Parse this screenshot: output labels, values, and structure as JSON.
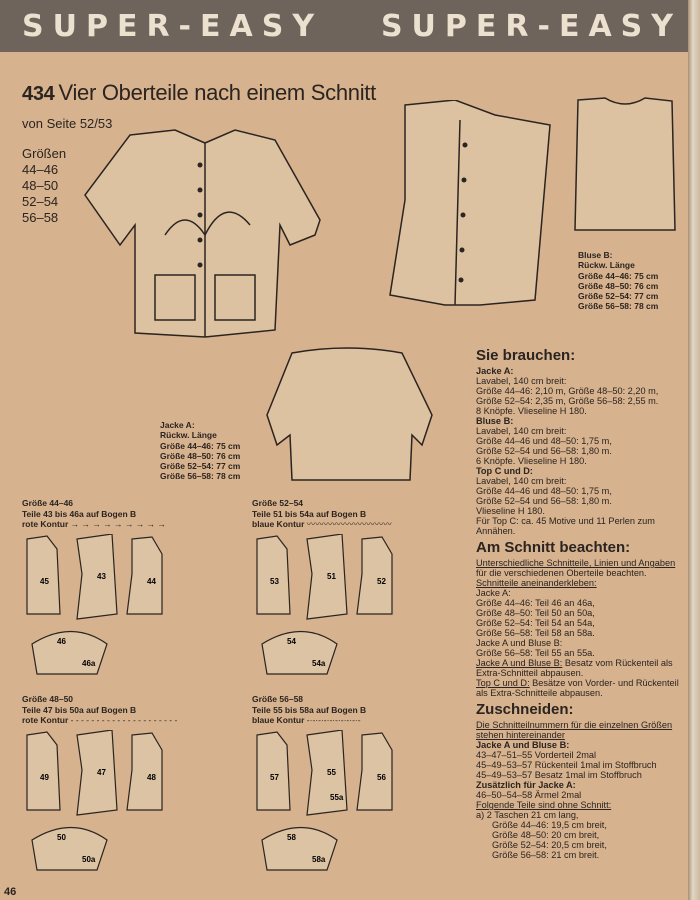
{
  "header": {
    "left": "SUPER-EASY",
    "right": "SUPER-EASY"
  },
  "title": {
    "number": "434",
    "text": "Vier Oberteile nach einem Schnitt",
    "subtitle": "von Seite 52/53"
  },
  "sizes": {
    "label": "Größen",
    "items": [
      "44–46",
      "48–50",
      "52–54",
      "56–58"
    ]
  },
  "bluse_b": {
    "lines": [
      "Bluse B:",
      "Rückw. Länge",
      "Größe 44–46: 75 cm",
      "Größe 48–50: 76 cm",
      "Größe 52–54: 77 cm",
      "Größe 56–58: 78 cm"
    ]
  },
  "jacke_a": {
    "lines": [
      "Jacke A:",
      "Rückw. Länge",
      "Größe 44–46: 75 cm",
      "Größe 48–50: 76 cm",
      "Größe 52–54: 77 cm",
      "Größe 56–58: 78 cm"
    ]
  },
  "patterns": [
    {
      "size": "Größe 44–46",
      "parts": "Teile 43 bis 46a auf Bogen B",
      "contour": "rote Kontur",
      "line": "→ → → → → → → → →",
      "pieces": [
        "45",
        "43",
        "44",
        "46",
        "46a"
      ]
    },
    {
      "size": "Größe 52–54",
      "parts": "Teile 51 bis 54a auf Bogen B",
      "contour": "blaue Kontur",
      "line": "〰〰〰〰〰〰〰〰〰〰",
      "pieces": [
        "53",
        "51",
        "52",
        "54",
        "54a"
      ]
    },
    {
      "size": "Größe 48–50",
      "parts": "Teile 47 bis 50a auf Bogen B",
      "contour": "rote Kontur",
      "line": "- - - - - - - - - - - - - - - - - - - - -",
      "pieces": [
        "49",
        "47",
        "48",
        "50",
        "50a"
      ]
    },
    {
      "size": "Größe 56–58",
      "parts": "Teile 55 bis 58a auf Bogen B",
      "contour": "blaue Kontur",
      "line": "-·-·-·-·-·-·-·-·-·-",
      "pieces": [
        "57",
        "55",
        "56",
        "58",
        "58a",
        "55a"
      ]
    }
  ],
  "brauchen": {
    "title": "Sie brauchen:",
    "groups": [
      {
        "head": "Jacke A:",
        "lines": [
          "Lavabel, 140 cm breit:",
          "Größe 44–46: 2,10 m, Größe 48–50: 2,20 m,",
          "Größe 52–54: 2,35 m, Größe 56–58: 2,55 m.",
          "8 Knöpfe. Vlieseline H 180."
        ]
      },
      {
        "head": "Bluse B:",
        "lines": [
          "Lavabel, 140 cm breit:",
          "Größe 44–46 und 48–50: 1,75 m,",
          "Größe 52–54 und 56–58: 1,80 m.",
          "6 Knöpfe. Vlieseline H 180."
        ]
      },
      {
        "head": "Top C und D:",
        "lines": [
          "Lavabel, 140 cm breit:",
          "Größe 44–46 und 48–50: 1,75 m,",
          "Größe 52–54 und 56–58: 1,80 m.",
          "Vlieseline H 180.",
          "Für Top C: ca. 45 Motive und 11 Perlen zum Annähen."
        ]
      }
    ]
  },
  "beachten": {
    "title": "Am Schnitt beachten:",
    "u1": "Unterschiedliche Schnitteile, Linien und Angaben",
    "t1": " für die verschiedenen Oberteile beachten.",
    "u2": "Schnitteile aneinanderkleben:",
    "lines": [
      "Jacke A:",
      "Größe 44–46: Teil 46 an 46a,",
      "Größe 48–50: Teil 50 an 50a,",
      "Größe 52–54: Teil 54 an 54a,",
      "Größe 56–58: Teil 58 an 58a.",
      "Jacke A und Bluse B:",
      "Größe 56–58: Teil 55 an 55a."
    ],
    "u3": "Jacke A und Bluse B:",
    "t3": " Besatz vom Rückenteil als Extra-Schnitteil abpausen.",
    "u4": "Top C und D:",
    "t4": " Besätze von Vorder- und Rückenteil als Extra-Schnitteile abpausen."
  },
  "zuschneiden": {
    "title": "Zuschneiden:",
    "u1": "Die Schnitteilnummern für die einzelnen Größen stehen hintereinander",
    "h1": "Jacke A und Bluse B:",
    "l1": [
      "43–47–51–55 Vorderteil 2mal",
      "45–49–53–57 Rückenteil 1mal im Stoffbruch",
      "45–49–53–57 Besatz 1mal im Stoffbruch"
    ],
    "h2": "Zusätzlich für Jacke A:",
    "l2": [
      "46–50–54–58 Ärmel 2mal"
    ],
    "u2": "Folgende Teile sind ohne Schnitt:",
    "a": "a)  2 Taschen 21 cm lang,",
    "l3": [
      "Größe 44–46: 19,5 cm breit,",
      "Größe 48–50: 20 cm breit,",
      "Größe 52–54: 20,5 cm breit,",
      "Größe 56–58: 21 cm breit."
    ]
  },
  "page_number": "46"
}
